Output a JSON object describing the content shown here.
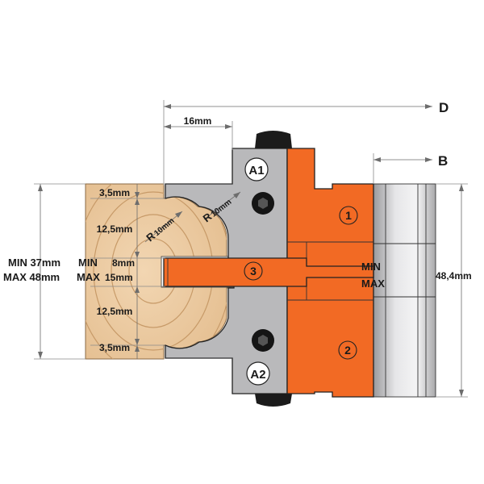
{
  "colors": {
    "background": "#ffffff",
    "wood": "#e9c79e",
    "wood_grain": "#c79a68",
    "cutter_grey": "#b9b9bb",
    "cutter_orange": "#f26a24",
    "arbor_grey": "#d4d4d6",
    "dimension_line": "#6d6d6d",
    "text": "#1a1a1a"
  },
  "labels": {
    "D": "D",
    "B": "B",
    "width_16": "16mm",
    "A1": "A1",
    "A2": "A2",
    "n1": "1",
    "n2": "2",
    "n3": "3",
    "r_upper": "R",
    "r_upper_val": "10mm",
    "r_lower": "R",
    "r_lower_val": "10mm",
    "dim_top_35": "3,5mm",
    "dim_top_125": "12,5mm",
    "dim_bot_125": "12,5mm",
    "dim_bot_35": "3,5mm",
    "total_min": "MIN 37mm",
    "total_max": "MAX 48mm",
    "groove_min_word": "MIN",
    "groove_min_val": "8mm",
    "groove_max_word": "MAX",
    "groove_max_val": "15mm",
    "spacer_min": "MIN",
    "spacer_max": "MAX",
    "height": "48,4mm"
  }
}
